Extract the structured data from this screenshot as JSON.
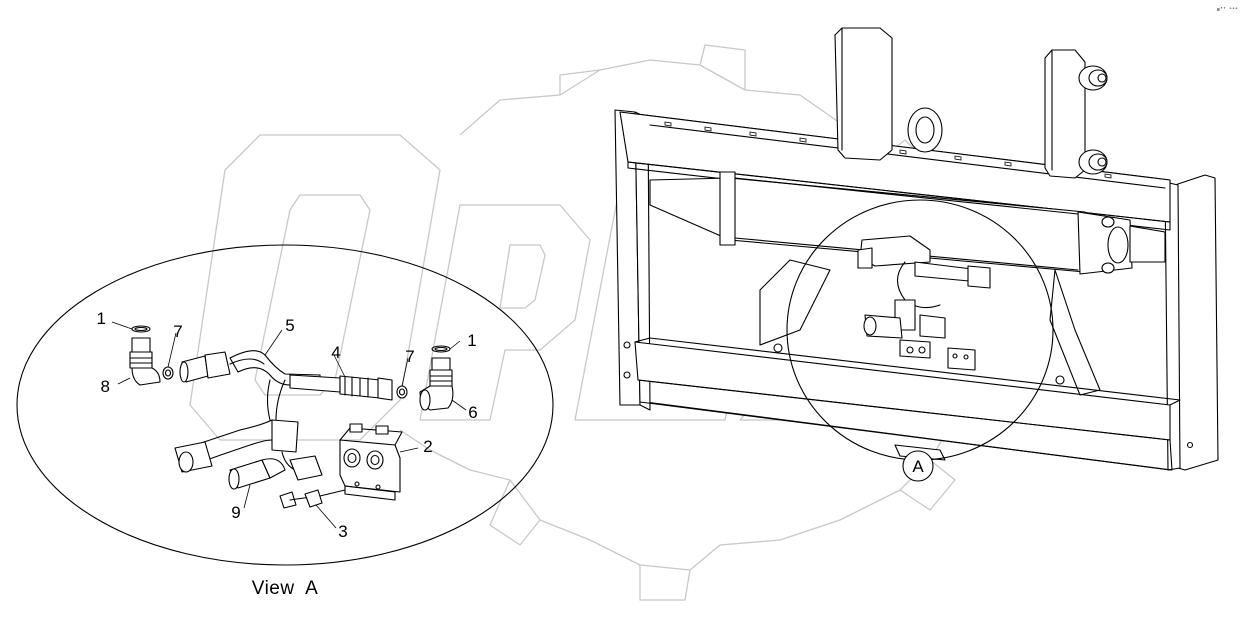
{
  "diagram": {
    "view_caption": "View  A",
    "detail_marker": "A",
    "corner_code": "eᶠᵀ ᵒᵉᵉ",
    "watermark": "OPEX",
    "callouts": [
      {
        "id": "c1-left",
        "label": "1"
      },
      {
        "id": "c7-left",
        "label": "7"
      },
      {
        "id": "c8",
        "label": "8"
      },
      {
        "id": "c5",
        "label": "5"
      },
      {
        "id": "c4",
        "label": "4"
      },
      {
        "id": "c7-right",
        "label": "7"
      },
      {
        "id": "c1-right",
        "label": "1"
      },
      {
        "id": "c6",
        "label": "6"
      },
      {
        "id": "c2",
        "label": "2"
      },
      {
        "id": "c9",
        "label": "9"
      },
      {
        "id": "c3",
        "label": "3"
      }
    ]
  }
}
